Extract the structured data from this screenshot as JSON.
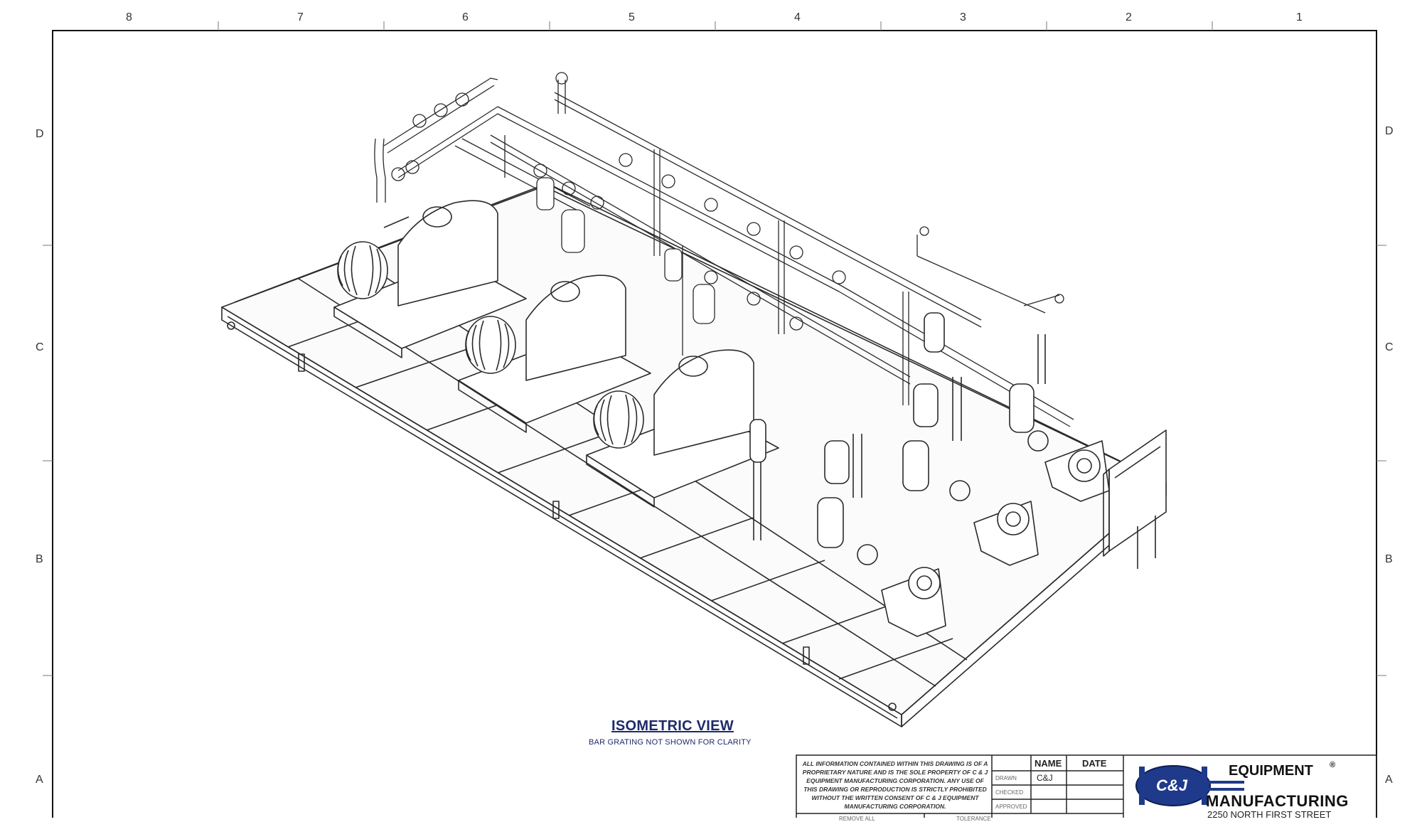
{
  "border": {
    "columns": [
      "8",
      "7",
      "6",
      "5",
      "4",
      "3",
      "2",
      "1"
    ],
    "rows": [
      "D",
      "C",
      "B",
      "A"
    ]
  },
  "view": {
    "title": "ISOMETRIC VIEW",
    "note": "BAR GRATING NOT SHOWN FOR CLARITY"
  },
  "title_block": {
    "notice": "ALL INFORMATION CONTAINED WITHIN THIS DRAWING IS OF A PROPRIETARY NATURE AND IS THE SOLE PROPERTY OF C & J EQUIPMENT MANUFACTURING CORPORATION. ANY USE OF THIS DRAWING OR REPRODUCTION IS STRICTLY PROHIBITED WITHOUT THE WRITTEN CONSENT OF C & J EQUIPMENT MANUFACTURING CORPORATION.",
    "headers": {
      "name": "NAME",
      "date": "DATE"
    },
    "rows": [
      {
        "label": "DRAWN",
        "name": "C&J",
        "date": ""
      },
      {
        "label": "CHECKED",
        "name": "",
        "date": ""
      },
      {
        "label": "APPROVED",
        "name": "",
        "date": ""
      }
    ],
    "footer": {
      "remove": "REMOVE ALL",
      "tolerance": "TOLERANCE"
    }
  },
  "company": {
    "logo_text": "C&J",
    "line1": "EQUIPMENT",
    "line2": "MANUFACTURING",
    "registered": "®",
    "address": "2250 NORTH FIRST STREET",
    "logo_color": "#1f3a8a"
  }
}
